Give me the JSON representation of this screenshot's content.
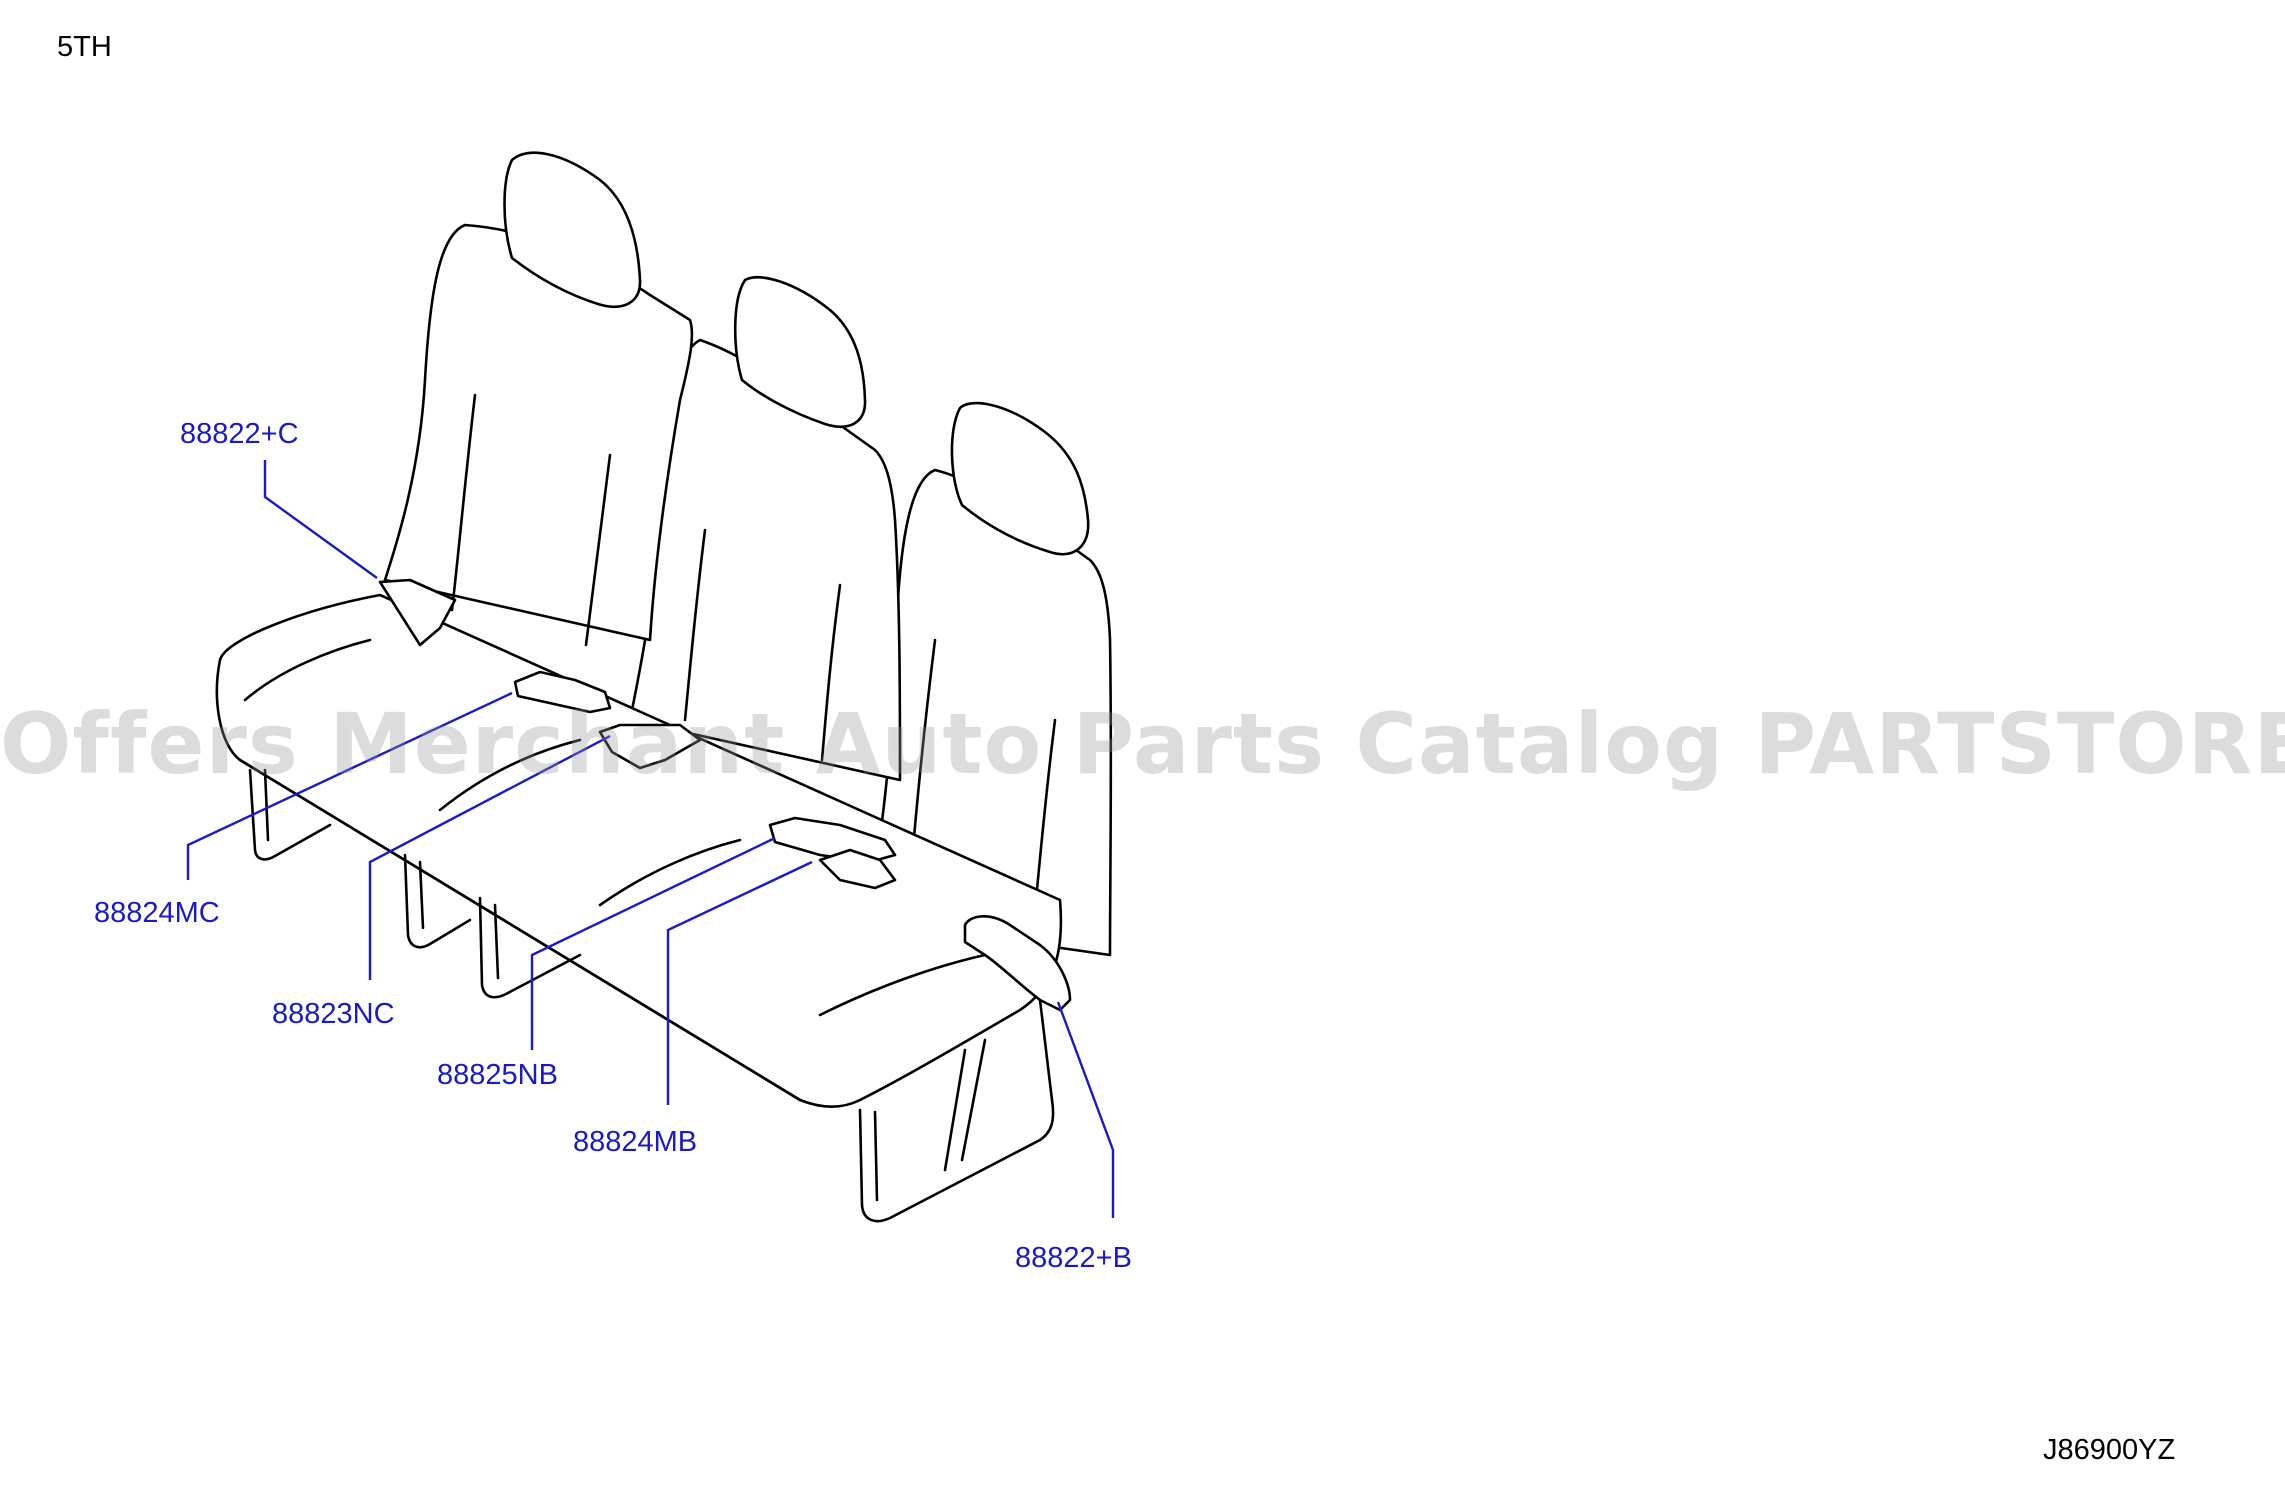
{
  "page": {
    "code_top_left": "5TH",
    "code_bottom_right": "J86900YZ",
    "watermark": "Offers Merchant Auto Parts Catalog PARTSTORE.SA"
  },
  "callouts": [
    {
      "id": "c1",
      "label": "88822+C"
    },
    {
      "id": "c2",
      "label": "88824MC"
    },
    {
      "id": "c3",
      "label": "88823NC"
    },
    {
      "id": "c4",
      "label": "88825NB"
    },
    {
      "id": "c5",
      "label": "88824MB"
    },
    {
      "id": "c6",
      "label": "88822+B"
    }
  ],
  "colors": {
    "callout": "#1a1acc",
    "outline": "#000000",
    "watermark": "#969696"
  }
}
